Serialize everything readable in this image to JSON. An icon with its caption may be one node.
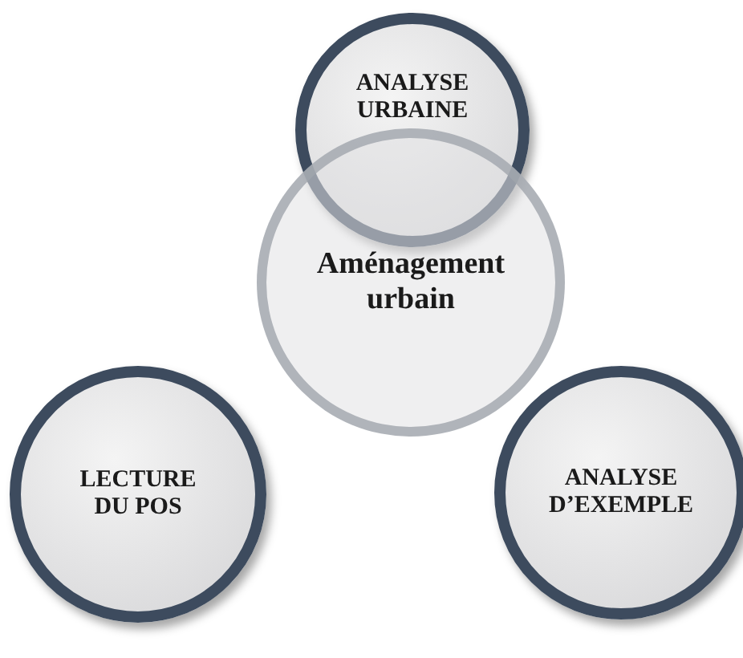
{
  "diagram": {
    "nodes": [
      {
        "text": [
          "ANALYSE URBAINE"
        ]
      },
      {
        "text": [
          "Aménagement urbain"
        ]
      },
      {
        "text": [
          "LECTURE DU POS"
        ]
      },
      {
        "text": [
          "ANALYSE D’EXEMPLE"
        ]
      }
    ]
  }
}
